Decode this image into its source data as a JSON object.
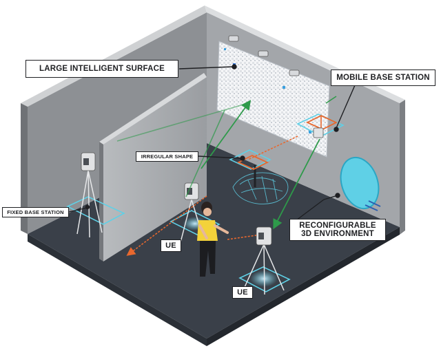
{
  "labels": {
    "lis": "LARGE INTELLIGENT SURFACE",
    "mobile_bs": "MOBILE BASE STATION",
    "irregular_shape": "IRREGULAR SHAPE",
    "fixed_bs": "FIXED BASE STATION",
    "reconfigurable_line1": "RECONFIGURABLE",
    "reconfigurable_line2": "3D ENVIRONMENT",
    "ue_1": "UE",
    "ue_2": "UE"
  },
  "colors": {
    "floor": "#3a4049",
    "wall_back": "#9b9ea1",
    "wall_left": "#8d9094",
    "partition": "#a7aaad",
    "wall_top": "#cfd1d3",
    "outline": "#2a2c30",
    "cyan": "#5fd0e6",
    "orange": "#e8682e",
    "green": "#2e9a4a",
    "person_shirt": "#f3d23a",
    "person_pants": "#1c1d20"
  },
  "icons": [
    "tripod-station-icon",
    "person-icon",
    "lis-panel-icon",
    "antenna-dish-icon",
    "sculpture-icon"
  ]
}
